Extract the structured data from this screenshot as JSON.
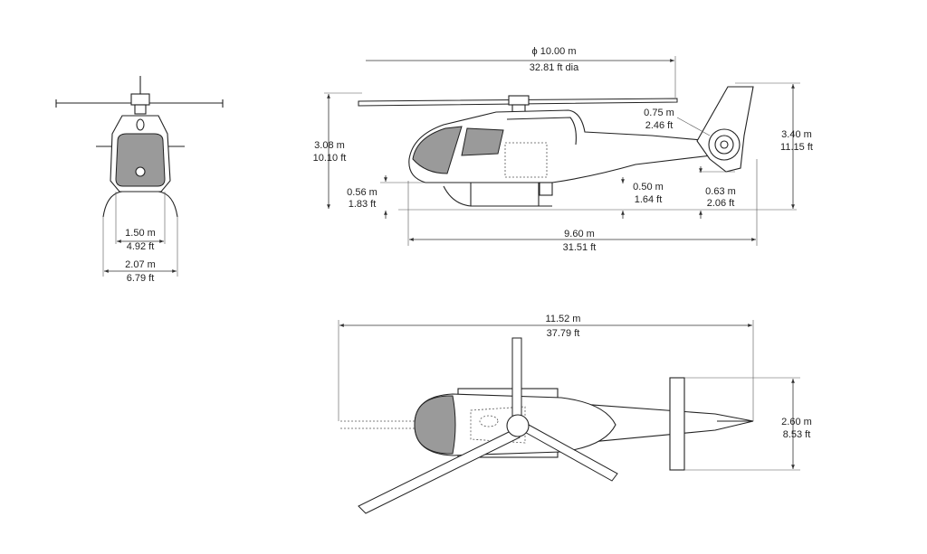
{
  "dimensions": {
    "rotor_diameter_m": "ϕ 10.00 m",
    "rotor_diameter_ft": "32.81 ft dia",
    "tail_rotor_m": "0.75 m",
    "tail_rotor_ft": "2.46 ft",
    "overall_height_m": "3.40 m",
    "overall_height_ft": "11.15 ft",
    "rotor_hub_height_m": "3.08 m",
    "rotor_hub_height_ft": "10.10 ft",
    "fuselage_clearance_m": "0.56 m",
    "fuselage_clearance_ft": "1.83 ft",
    "skid_height_m": "0.50 m",
    "skid_height_ft": "1.64 ft",
    "tail_clearance_m": "0.63 m",
    "tail_clearance_ft": "2.06 ft",
    "fuselage_length_m": "9.60 m",
    "fuselage_length_ft": "31.51 ft",
    "overall_length_m": "11.52 m",
    "overall_length_ft": "37.79 ft",
    "stabilizer_span_m": "2.60 m",
    "stabilizer_span_ft": "8.53 ft",
    "fuselage_width_m": "1.50 m",
    "fuselage_width_ft": "4.92 ft",
    "skid_width_m": "2.07 m",
    "skid_width_ft": "6.79 ft"
  },
  "colors": {
    "outline": "#222222",
    "glass": "#9a9a9a",
    "background": "#ffffff"
  }
}
